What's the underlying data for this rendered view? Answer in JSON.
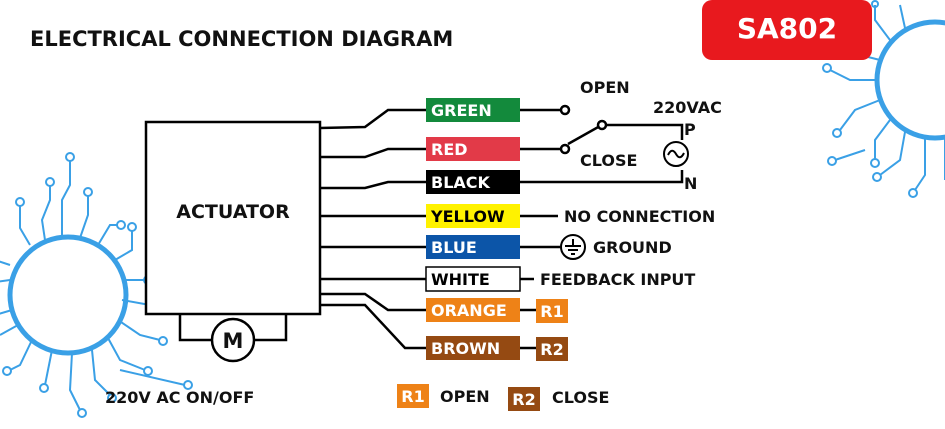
{
  "title": "ELECTRICAL CONNECTION DIAGRAM",
  "model_badge": "SA802",
  "actuator_label": "ACTUATOR",
  "motor_label": "M",
  "power_note": "220V AC ON/OFF",
  "wires": [
    {
      "label": "GREEN",
      "bg": "#138a3c",
      "fg": "#ffffff"
    },
    {
      "label": "RED",
      "bg": "#e23a48",
      "fg": "#ffffff"
    },
    {
      "label": "BLACK",
      "bg": "#000000",
      "fg": "#ffffff"
    },
    {
      "label": "YELLOW",
      "bg": "#fff200",
      "fg": "#000000"
    },
    {
      "label": "BLUE",
      "bg": "#0c55a8",
      "fg": "#ffffff"
    },
    {
      "label": "WHITE",
      "bg": "#ffffff",
      "fg": "#000000"
    },
    {
      "label": "ORANGE",
      "bg": "#ee8217",
      "fg": "#ffffff"
    },
    {
      "label": "BROWN",
      "bg": "#954a12",
      "fg": "#ffffff"
    }
  ],
  "switch": {
    "open_label": "OPEN",
    "close_label": "CLOSE"
  },
  "supply": {
    "voltage": "220VAC",
    "p_label": "P",
    "n_label": "N"
  },
  "terminals": {
    "no_connection": "NO CONNECTION",
    "ground": "GROUND",
    "feedback": "FEEDBACK INPUT",
    "r1": "R1",
    "r2": "R2"
  },
  "legend": {
    "r1": "R1",
    "r1_text": "OPEN",
    "r2": "R2",
    "r2_text": "CLOSE"
  },
  "colors": {
    "badge": "#e8191e",
    "circuit": "#3aa0e6",
    "r1": "#ee8217",
    "r2": "#954a12"
  }
}
